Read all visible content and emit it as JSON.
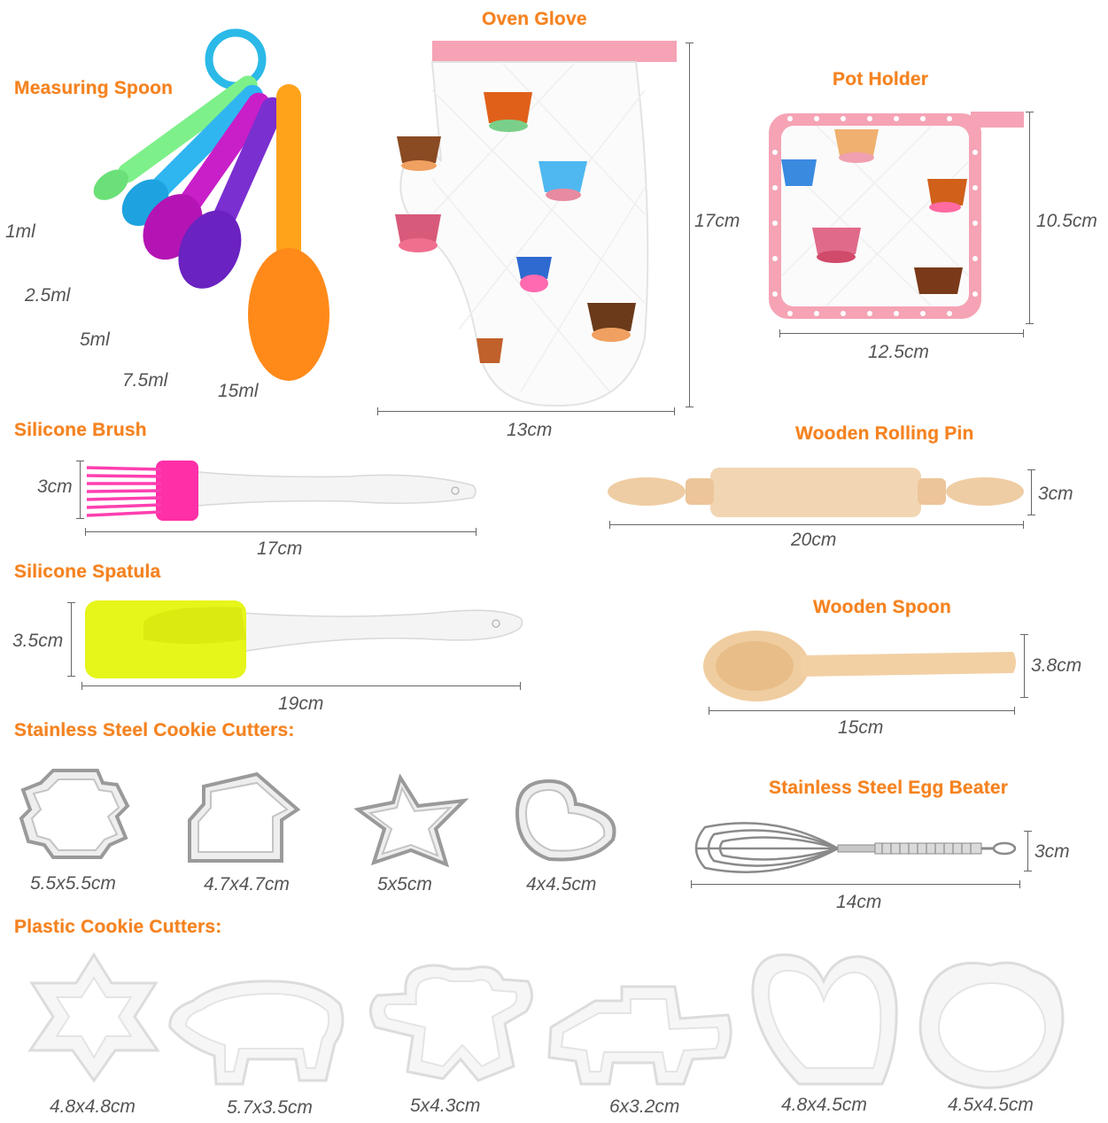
{
  "sections": {
    "measuring_spoon": {
      "title": "Measuring Spoon",
      "sizes": [
        "1ml",
        "2.5ml",
        "5ml",
        "7.5ml",
        "15ml"
      ]
    },
    "oven_glove": {
      "title": "Oven Glove",
      "height": "17cm",
      "width": "13cm"
    },
    "pot_holder": {
      "title": "Pot Holder",
      "height": "10.5cm",
      "width": "12.5cm"
    },
    "silicone_brush": {
      "title": "Silicone Brush",
      "height": "3cm",
      "width": "17cm"
    },
    "rolling_pin": {
      "title": "Wooden Rolling Pin",
      "height": "3cm",
      "width": "20cm"
    },
    "silicone_spatula": {
      "title": "Silicone Spatula",
      "height": "3.5cm",
      "width": "19cm"
    },
    "wooden_spoon": {
      "title": "Wooden Spoon",
      "height": "3.8cm",
      "width": "15cm"
    },
    "steel_cutters": {
      "title": "Stainless Steel Cookie Cutters:",
      "sizes": [
        "5.5x5.5cm",
        "4.7x4.7cm",
        "5x5cm",
        "4x4.5cm"
      ]
    },
    "egg_beater": {
      "title": "Stainless Steel Egg Beater",
      "height": "3cm",
      "width": "14cm"
    },
    "plastic_cutters": {
      "title": "Plastic Cookie Cutters:",
      "sizes": [
        "4.8x4.8cm",
        "5.7x3.5cm",
        "5x4.3cm",
        "6x3.2cm",
        "4.8x4.5cm",
        "4.5x4.5cm"
      ]
    }
  },
  "colors": {
    "title": "#f58220",
    "label": "#555555",
    "spoons": [
      "#7ef08a",
      "#2fb6f0",
      "#c81fc8",
      "#7a2fd0",
      "#ff8a1a"
    ],
    "brush": "#ff2fa8",
    "spatula": "#e6f51a",
    "pink_trim": "#f5a3b5",
    "wood": "#efc99c"
  }
}
